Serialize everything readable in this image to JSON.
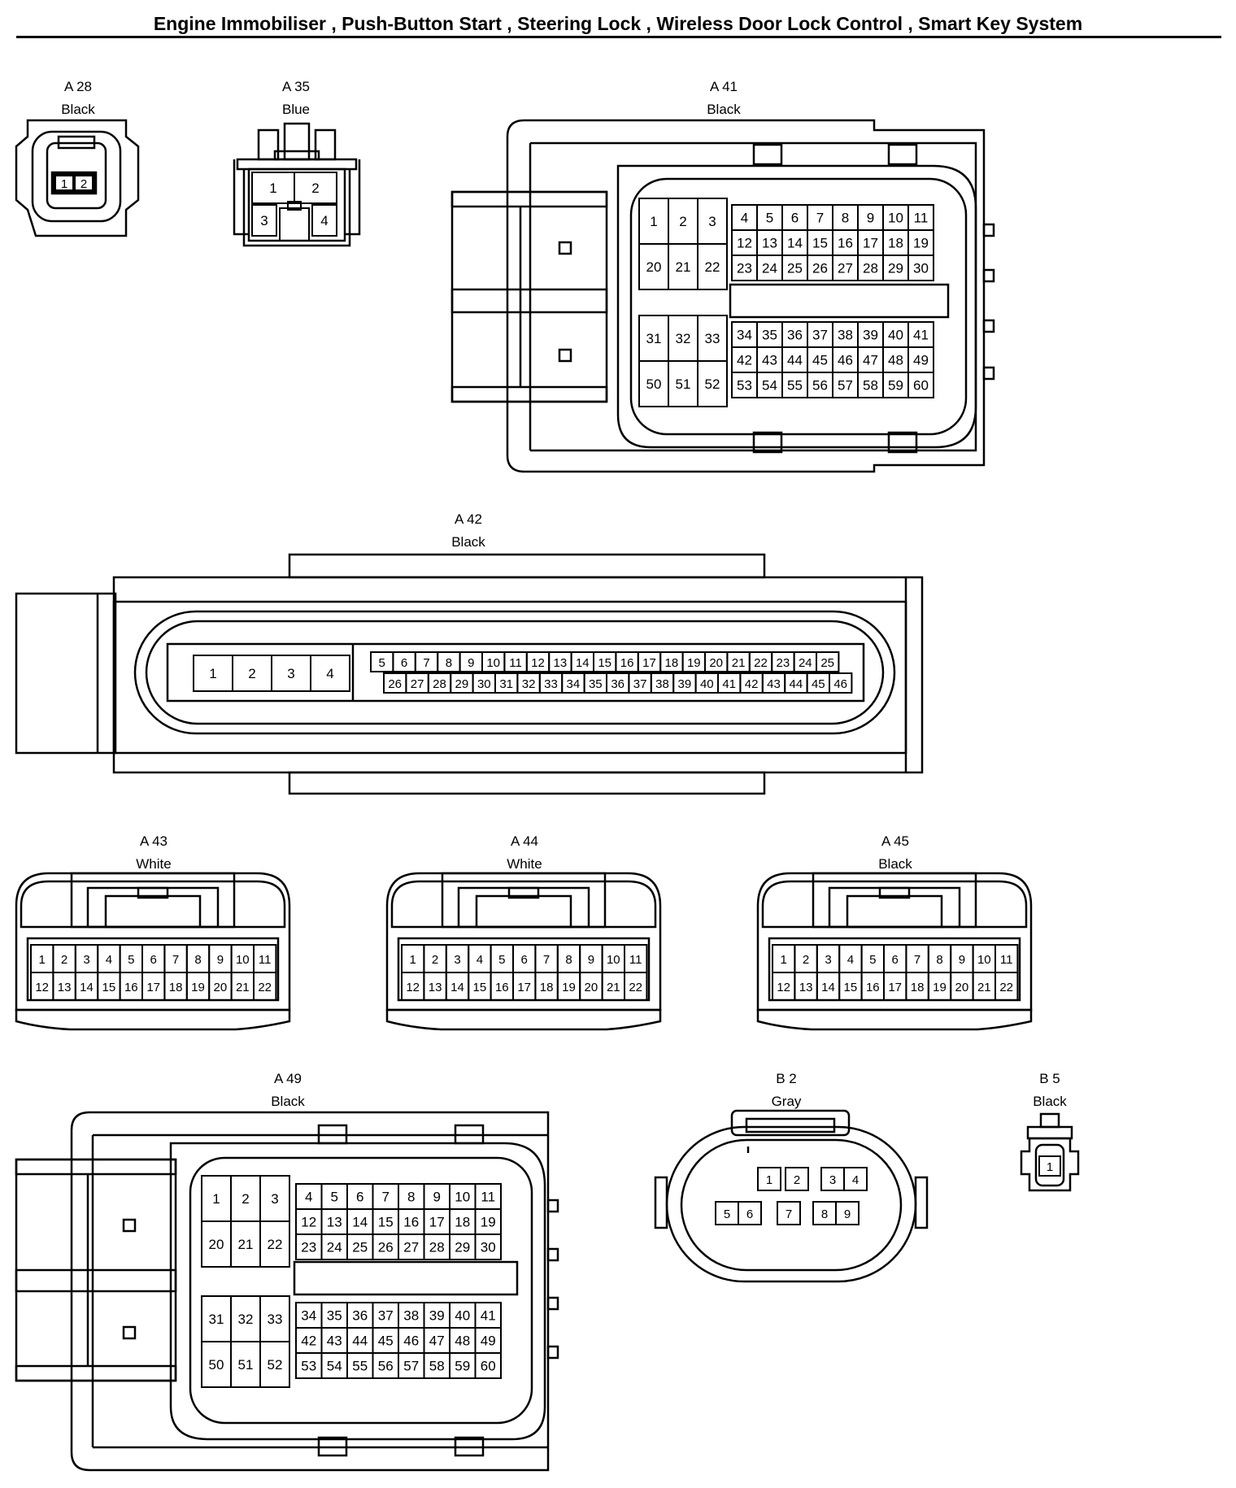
{
  "title": "Engine Immobiliser , Push-Button Start , Steering Lock , Wireless Door Lock Control , Smart Key System",
  "connectors": {
    "a28": {
      "code": "A 28",
      "color": "Black",
      "pins": [
        "1",
        "2"
      ]
    },
    "a35": {
      "code": "A 35",
      "color": "Blue",
      "pins": [
        "1",
        "2",
        "3",
        "4"
      ]
    },
    "a41": {
      "code": "A 41",
      "color": "Black",
      "blockA": [
        "1",
        "2",
        "3",
        "20",
        "21",
        "22"
      ],
      "blockB": [
        "4",
        "5",
        "6",
        "7",
        "8",
        "9",
        "10",
        "11",
        "12",
        "13",
        "14",
        "15",
        "16",
        "17",
        "18",
        "19",
        "23",
        "24",
        "25",
        "26",
        "27",
        "28",
        "29",
        "30"
      ],
      "blockC": [
        "31",
        "32",
        "33",
        "50",
        "51",
        "52"
      ],
      "blockD": [
        "34",
        "35",
        "36",
        "37",
        "38",
        "39",
        "40",
        "41",
        "42",
        "43",
        "44",
        "45",
        "46",
        "47",
        "48",
        "49",
        "53",
        "54",
        "55",
        "56",
        "57",
        "58",
        "59",
        "60"
      ]
    },
    "a42": {
      "code": "A 42",
      "color": "Black",
      "large": [
        "1",
        "2",
        "3",
        "4"
      ],
      "row1": [
        "5",
        "6",
        "7",
        "8",
        "9",
        "10",
        "11",
        "12",
        "13",
        "14",
        "15",
        "16",
        "17",
        "18",
        "19",
        "20",
        "21",
        "22",
        "23",
        "24",
        "25"
      ],
      "row2": [
        "26",
        "27",
        "28",
        "29",
        "30",
        "31",
        "32",
        "33",
        "34",
        "35",
        "36",
        "37",
        "38",
        "39",
        "40",
        "41",
        "42",
        "43",
        "44",
        "45",
        "46"
      ]
    },
    "a43": {
      "code": "A 43",
      "color": "White",
      "row1": [
        "1",
        "2",
        "3",
        "4",
        "5",
        "6",
        "7",
        "8",
        "9",
        "10",
        "11"
      ],
      "row2": [
        "12",
        "13",
        "14",
        "15",
        "16",
        "17",
        "18",
        "19",
        "20",
        "21",
        "22"
      ]
    },
    "a44": {
      "code": "A 44",
      "color": "White",
      "row1": [
        "1",
        "2",
        "3",
        "4",
        "5",
        "6",
        "7",
        "8",
        "9",
        "10",
        "11"
      ],
      "row2": [
        "12",
        "13",
        "14",
        "15",
        "16",
        "17",
        "18",
        "19",
        "20",
        "21",
        "22"
      ]
    },
    "a45": {
      "code": "A 45",
      "color": "Black",
      "row1": [
        "1",
        "2",
        "3",
        "4",
        "5",
        "6",
        "7",
        "8",
        "9",
        "10",
        "11"
      ],
      "row2": [
        "12",
        "13",
        "14",
        "15",
        "16",
        "17",
        "18",
        "19",
        "20",
        "21",
        "22"
      ]
    },
    "a49": {
      "code": "A 49",
      "color": "Black",
      "blockA": [
        "1",
        "2",
        "3",
        "20",
        "21",
        "22"
      ],
      "blockB": [
        "4",
        "5",
        "6",
        "7",
        "8",
        "9",
        "10",
        "11",
        "12",
        "13",
        "14",
        "15",
        "16",
        "17",
        "18",
        "19",
        "23",
        "24",
        "25",
        "26",
        "27",
        "28",
        "29",
        "30"
      ],
      "blockC": [
        "31",
        "32",
        "33",
        "50",
        "51",
        "52"
      ],
      "blockD": [
        "34",
        "35",
        "36",
        "37",
        "38",
        "39",
        "40",
        "41",
        "42",
        "43",
        "44",
        "45",
        "46",
        "47",
        "48",
        "49",
        "53",
        "54",
        "55",
        "56",
        "57",
        "58",
        "59",
        "60"
      ]
    },
    "b2": {
      "code": "B 2",
      "color": "Gray",
      "pins": [
        "1",
        "2",
        "3",
        "4",
        "5",
        "6",
        "7",
        "8",
        "9"
      ]
    },
    "b5": {
      "code": "B 5",
      "color": "Black",
      "pins": [
        "1"
      ]
    }
  }
}
